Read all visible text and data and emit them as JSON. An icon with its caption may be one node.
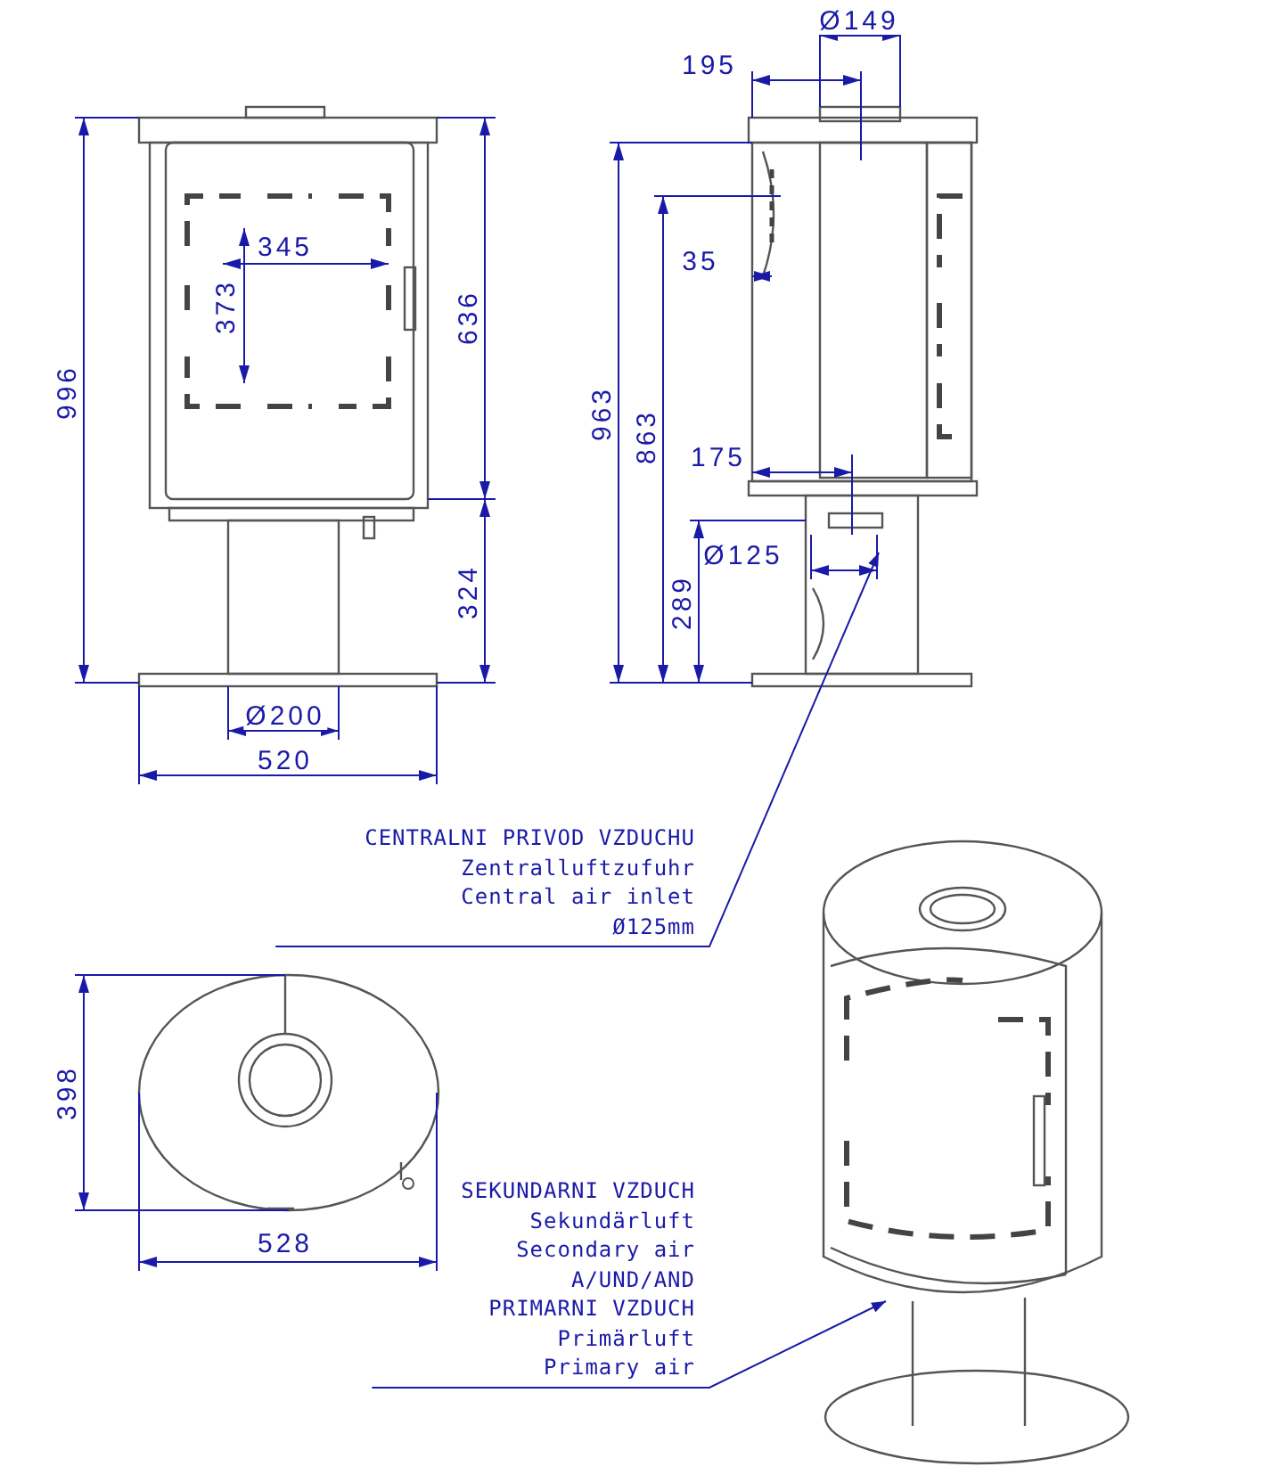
{
  "diagram": {
    "nodes": [
      {
        "text": [
          "CENTRALNI PRIVOD VZDUCHU",
          "Zentralluftzufuhr",
          "Central air inlet",
          "Ø125mm"
        ]
      },
      {
        "text": [
          "SEKUNDARNI VZDUCH",
          "Sekundärluft",
          "Secondary air",
          "A/UND/AND",
          "PRIMARNI VZDUCH",
          "Primärluft",
          "Primary air"
        ]
      }
    ],
    "edges": [
      {
        "from": 0,
        "to": null,
        "arrow": "to"
      },
      {
        "from": 1,
        "to": null,
        "arrow": "to"
      }
    ],
    "labels": [
      "996",
      "345",
      "373",
      "636",
      "324",
      "Ø200",
      "520",
      "Ø149",
      "195",
      "963",
      "863",
      "35",
      "175",
      "Ø125",
      "289",
      "398",
      "528"
    ]
  }
}
